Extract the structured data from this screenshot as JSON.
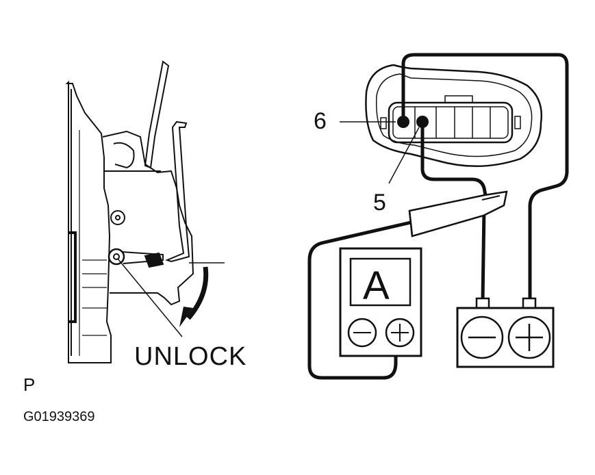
{
  "diagram": {
    "callouts": {
      "terminal_6": "6",
      "terminal_5": "5"
    },
    "labels": {
      "direction": "UNLOCK",
      "view": "P",
      "figure_id": "G01939369"
    },
    "ammeter": {
      "display": "A",
      "minus": "−",
      "plus": "+"
    },
    "battery": {
      "minus": "−",
      "plus": "+"
    }
  }
}
